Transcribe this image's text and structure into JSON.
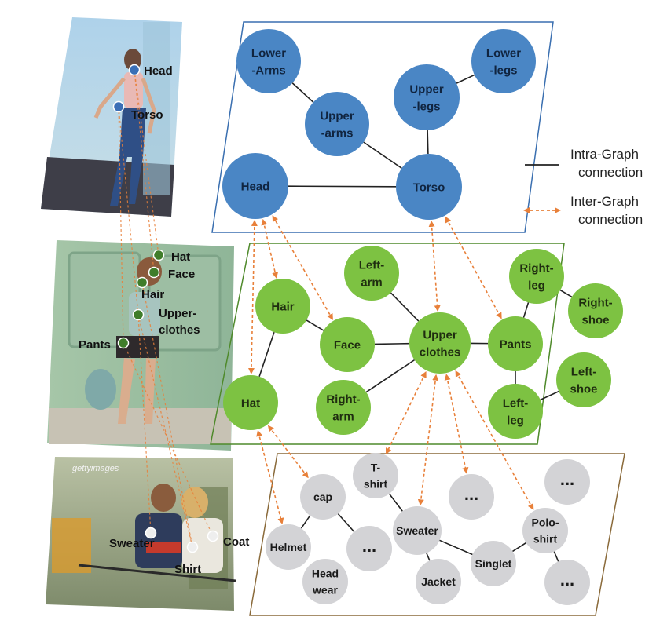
{
  "photos": {
    "top": {
      "labels": [
        "Head",
        "Torso"
      ]
    },
    "middle": {
      "labels": [
        "Hat",
        "Face",
        "Hair",
        "Upper-",
        "clothes",
        "Pants"
      ]
    },
    "bottom": {
      "watermark": "gettyimages",
      "labels": [
        "Sweater",
        "Shirt",
        "Coat"
      ]
    }
  },
  "graphs": {
    "blue": {
      "color": "#4a86c5",
      "nodes": [
        {
          "id": "lower-arms",
          "lines": [
            "Lower",
            "-Arms"
          ]
        },
        {
          "id": "upper-arms",
          "lines": [
            "Upper",
            "-arms"
          ]
        },
        {
          "id": "upper-legs",
          "lines": [
            "Upper",
            "-legs"
          ]
        },
        {
          "id": "lower-legs",
          "lines": [
            "Lower",
            "-legs"
          ]
        },
        {
          "id": "head",
          "lines": [
            "Head"
          ]
        },
        {
          "id": "torso",
          "lines": [
            "Torso"
          ]
        }
      ]
    },
    "green": {
      "color": "#7dc242",
      "nodes": [
        {
          "id": "hair",
          "lines": [
            "Hair"
          ]
        },
        {
          "id": "face",
          "lines": [
            "Face"
          ]
        },
        {
          "id": "hat",
          "lines": [
            "Hat"
          ]
        },
        {
          "id": "left-arm",
          "lines": [
            "Left-",
            "arm"
          ]
        },
        {
          "id": "upper-clothes",
          "lines": [
            "Upper",
            "clothes"
          ]
        },
        {
          "id": "right-arm",
          "lines": [
            "Right-",
            "arm"
          ]
        },
        {
          "id": "pants",
          "lines": [
            "Pants"
          ]
        },
        {
          "id": "right-leg",
          "lines": [
            "Right-",
            "leg"
          ]
        },
        {
          "id": "right-shoe",
          "lines": [
            "Right-",
            "shoe"
          ]
        },
        {
          "id": "left-shoe",
          "lines": [
            "Left-",
            "shoe"
          ]
        },
        {
          "id": "left-leg",
          "lines": [
            "Left-",
            "leg"
          ]
        }
      ]
    },
    "gray": {
      "color": "#d3d3d6",
      "nodes": [
        {
          "id": "cap",
          "lines": [
            "cap"
          ]
        },
        {
          "id": "t-shirt",
          "lines": [
            "T-",
            "shirt"
          ]
        },
        {
          "id": "dots-1",
          "lines": [
            "..."
          ]
        },
        {
          "id": "dots-2",
          "lines": [
            "..."
          ]
        },
        {
          "id": "helmet",
          "lines": [
            "Helmet"
          ]
        },
        {
          "id": "dots-3",
          "lines": [
            "..."
          ]
        },
        {
          "id": "sweater",
          "lines": [
            "Sweater"
          ]
        },
        {
          "id": "polo-shirt",
          "lines": [
            "Polo-",
            "shirt"
          ]
        },
        {
          "id": "head-wear",
          "lines": [
            "Head",
            "wear"
          ]
        },
        {
          "id": "singlet",
          "lines": [
            "Singlet"
          ]
        },
        {
          "id": "jacket",
          "lines": [
            "Jacket"
          ]
        },
        {
          "id": "dots-4",
          "lines": [
            "..."
          ]
        }
      ]
    }
  },
  "legend": {
    "intra_line1": "Intra-Graph",
    "intra_line2": "connection",
    "inter_line1": "Inter-Graph",
    "inter_line2": "connection",
    "intra_color": "#222222",
    "inter_color": "#e8803a"
  }
}
